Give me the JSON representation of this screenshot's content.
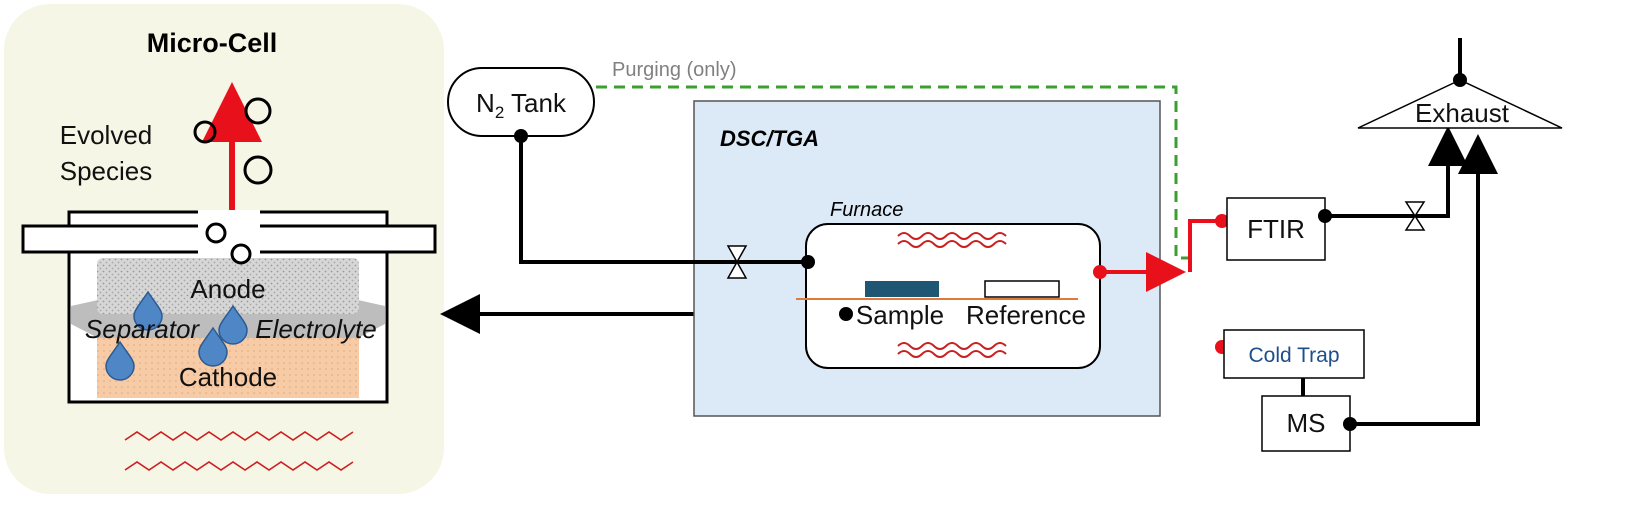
{
  "micro_cell": {
    "title": "Micro-Cell",
    "evolved_line1": "Evolved",
    "evolved_line2": "Species",
    "anode": "Anode",
    "separator": "Separator",
    "electrolyte": "Electrolyte",
    "cathode": "Cathode"
  },
  "n2_tank": {
    "label": "N",
    "subscript": "2",
    "suffix": " Tank"
  },
  "purging": "Purging (only)",
  "dsc_tga": {
    "title": "DSC/TGA",
    "furnace": "Furnace",
    "sample": "Sample",
    "reference": "Reference"
  },
  "ftir": "FTIR",
  "cold_trap": "Cold Trap",
  "ms": "MS",
  "exhaust": "Exhaust",
  "colors": {
    "micro_cell_bg": "#f6f6e6",
    "dsc_bg": "#dce9f6",
    "hot_line": "#e8101a",
    "purge_line": "#3aa030",
    "heater": "#cc2020",
    "sample": "#1f5673",
    "cathode": "#f6cba5",
    "anode": "#cfcfcf",
    "droplet": "#4f86c6",
    "cold_trap_text": "#1f4e8c"
  }
}
